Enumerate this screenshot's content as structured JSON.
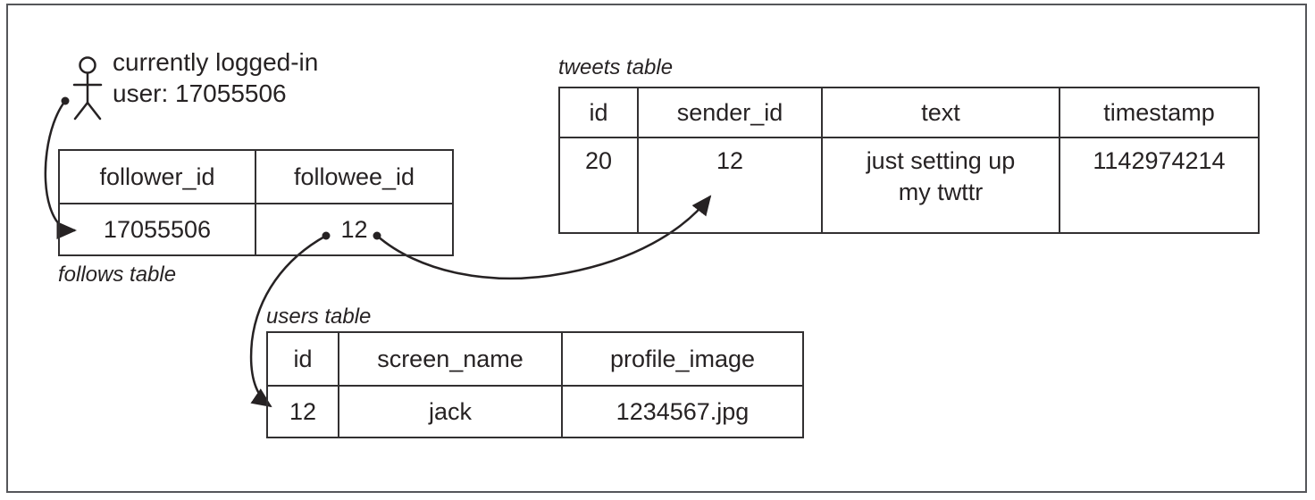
{
  "page": {
    "background": "#ffffff",
    "frame_color": "#55565a",
    "ink_color": "#262223",
    "table_border_color": "#323031"
  },
  "logged_in_user": {
    "icon": "person-stick-figure",
    "line1": "currently logged-in",
    "line2": "user: 17055506"
  },
  "tables": {
    "follows": {
      "label": "follows table",
      "headers": [
        "follower_id",
        "followee_id"
      ],
      "rows": [
        [
          "17055506",
          "12"
        ]
      ]
    },
    "tweets": {
      "label": "tweets table",
      "headers": [
        "id",
        "sender_id",
        "text",
        "timestamp"
      ],
      "rows": [
        [
          "20",
          "12",
          "just setting up\nmy twttr",
          "1142974214"
        ]
      ]
    },
    "users": {
      "label": "users table",
      "headers": [
        "id",
        "screen_name",
        "profile_image"
      ],
      "rows": [
        [
          "12",
          "jack",
          "1234567.jpg"
        ]
      ]
    }
  },
  "relations": [
    {
      "from": "logged-in user 17055506",
      "to": "follows.follower_id value 17055506"
    },
    {
      "from": "follows.followee_id value 12",
      "to": "users.id value 12"
    },
    {
      "from": "follows.followee_id value 12",
      "to": "tweets.sender_id value 12"
    }
  ]
}
